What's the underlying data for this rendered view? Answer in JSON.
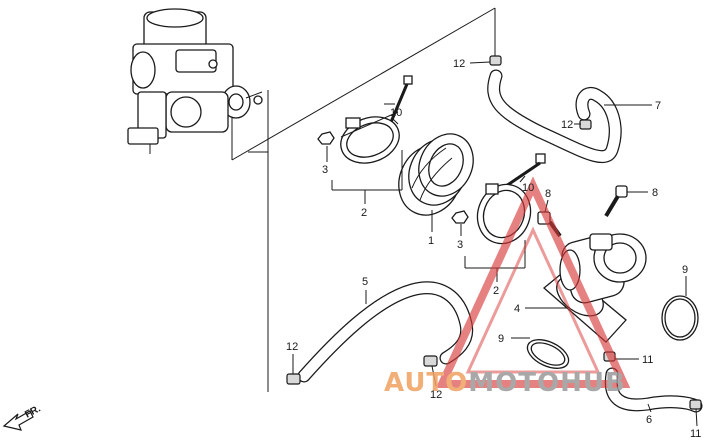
{
  "diagram": {
    "callouts": {
      "c1": "1",
      "c2a": "2",
      "c2b": "2",
      "c3a": "3",
      "c3b": "3",
      "c4": "4",
      "c5": "5",
      "c6": "6",
      "c7": "7",
      "c8a": "8",
      "c8b": "8",
      "c9a": "9",
      "c9b": "9",
      "c10a": "10",
      "c10b": "10",
      "c11a": "11",
      "c11b": "11",
      "c12a": "12",
      "c12b": "12",
      "c12c": "12",
      "c12d": "12"
    },
    "direction_label": "FR."
  },
  "watermark": {
    "part1": "AUTO",
    "part2": "MOTO",
    "part3": "HUB",
    "colors": {
      "orange": "#f0a060",
      "gray": "#9a9a9a",
      "red": "#d83a3a"
    }
  }
}
